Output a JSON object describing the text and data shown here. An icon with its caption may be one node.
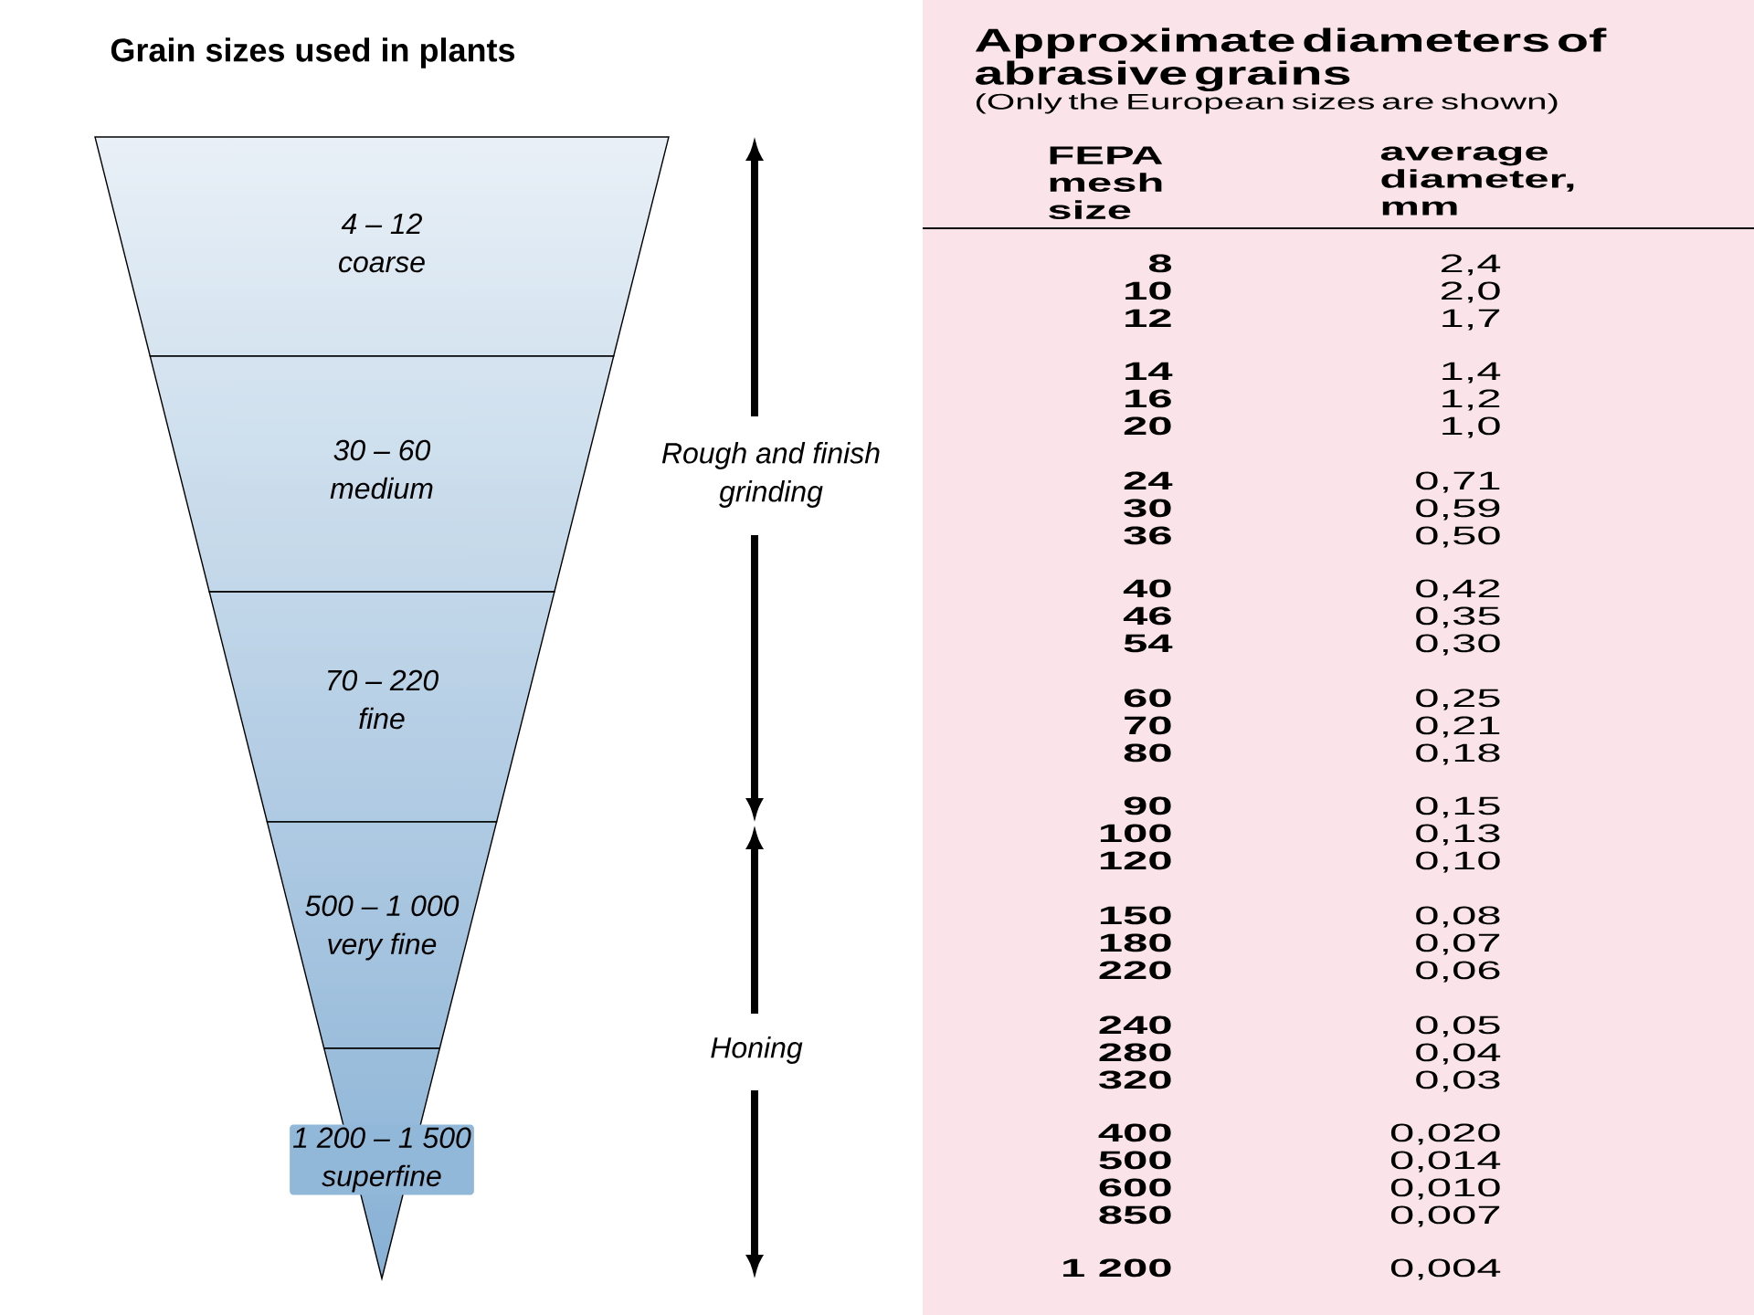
{
  "diagram": {
    "title": "Grain sizes used in plants",
    "nodes": [
      {
        "text": [
          "4 – 12",
          "coarse"
        ]
      },
      {
        "text": [
          "30 – 60",
          "medium"
        ]
      },
      {
        "text": [
          "70 – 220",
          "fine"
        ]
      },
      {
        "text": [
          "500 – 1 000",
          "very fine"
        ]
      },
      {
        "text": [
          "1 200 – 1 500",
          "superfine"
        ]
      },
      {
        "text": [
          "Approximate diameters of abrasive grains",
          "(Only the European sizes are shown)"
        ]
      }
    ],
    "labels": [
      "Rough and finish grinding",
      "Honing",
      "FEPA mesh size",
      "average diameter, mm",
      "8",
      "2,4",
      "10",
      "2,0",
      "12",
      "1,7",
      "14",
      "1,4",
      "16",
      "1,2",
      "20",
      "1,0",
      "24",
      "0,71",
      "30",
      "0,59",
      "36",
      "0,50",
      "40",
      "0,42",
      "46",
      "0,35",
      "54",
      "0,30",
      "60",
      "0,25",
      "70",
      "0,21",
      "80",
      "0,18",
      "90",
      "0,15",
      "100",
      "0,13",
      "120",
      "0,10",
      "150",
      "0,08",
      "180",
      "0,07",
      "220",
      "0,06",
      "240",
      "0,05",
      "280",
      "0,04",
      "320",
      "0,03",
      "400",
      "0,020",
      "500",
      "0,014",
      "600",
      "0,010",
      "850",
      "0,007",
      "1 200",
      "0,004"
    ]
  }
}
